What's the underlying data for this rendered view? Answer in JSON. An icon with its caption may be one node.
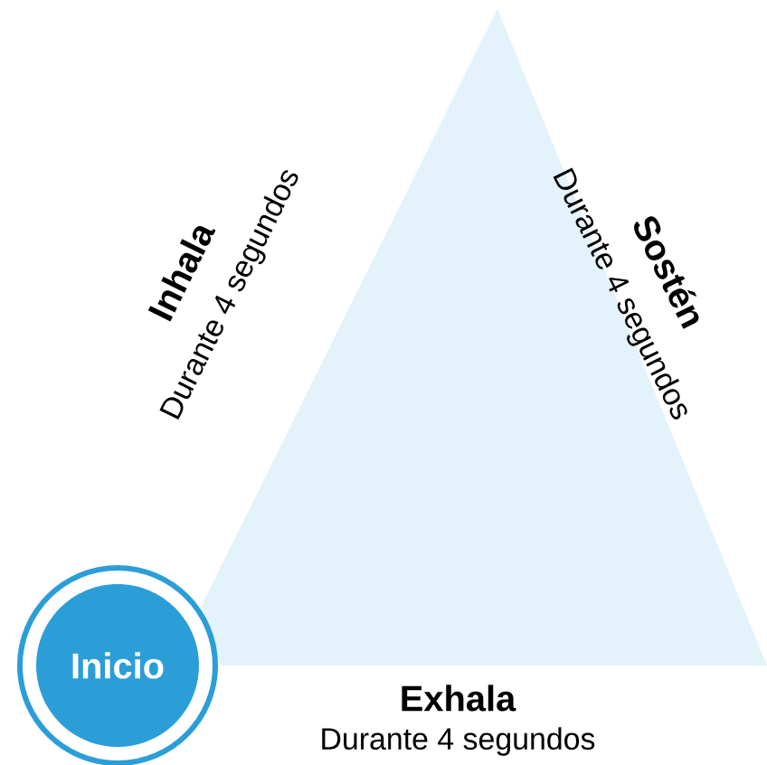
{
  "diagram": {
    "nodes": [
      {
        "text": [],
        "shape": "triangle"
      },
      {
        "text": [
          "Inicio"
        ]
      }
    ],
    "labels": [
      "Inhala",
      "Durante 4 segundos",
      "Sostén",
      "Durante 4 segundos",
      "Exhala",
      "Durante 4 segundos"
    ]
  }
}
